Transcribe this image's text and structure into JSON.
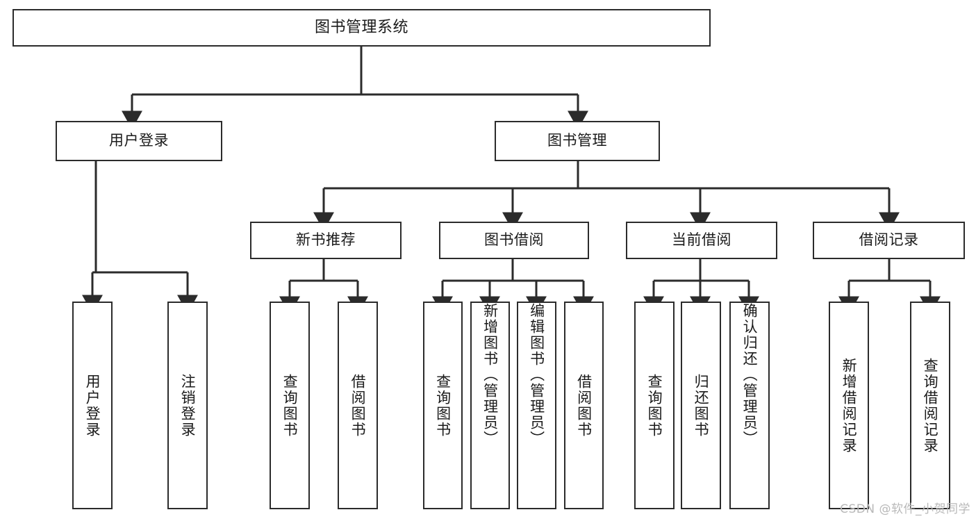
{
  "diagram": {
    "type": "tree-hierarchy",
    "title": "图书管理系统",
    "watermark": "CSDN @软件_小贺同学",
    "colors": {
      "stroke": "#2b2b2b",
      "fill": "#ffffff",
      "text": "#1a1a1a",
      "watermark": "#b9b9b9"
    },
    "levels": [
      {
        "level": 1,
        "nodes": [
          {
            "id": "root",
            "label": "图书管理系统",
            "orientation": "horizontal"
          }
        ]
      },
      {
        "level": 2,
        "nodes": [
          {
            "id": "user-login",
            "label": "用户登录",
            "orientation": "horizontal",
            "parent": "root"
          },
          {
            "id": "book-manage",
            "label": "图书管理",
            "orientation": "horizontal",
            "parent": "root"
          }
        ]
      },
      {
        "level": 3,
        "nodes": [
          {
            "id": "new-book-rec",
            "label": "新书推荐",
            "orientation": "horizontal",
            "parent": "book-manage"
          },
          {
            "id": "book-borrow",
            "label": "图书借阅",
            "orientation": "horizontal",
            "parent": "book-manage"
          },
          {
            "id": "current-borrow",
            "label": "当前借阅",
            "orientation": "horizontal",
            "parent": "book-manage"
          },
          {
            "id": "borrow-record",
            "label": "借阅记录",
            "orientation": "horizontal",
            "parent": "book-manage"
          }
        ]
      },
      {
        "level": 4,
        "nodes": [
          {
            "id": "leaf-user-login",
            "label": "用户登录",
            "orientation": "vertical",
            "parent": "user-login",
            "align": "center"
          },
          {
            "id": "leaf-user-logout",
            "label": "注销登录",
            "orientation": "vertical",
            "parent": "user-login",
            "align": "center"
          },
          {
            "id": "leaf-query-book-1",
            "label": "查询图书",
            "orientation": "vertical",
            "parent": "new-book-rec",
            "align": "center"
          },
          {
            "id": "leaf-borrow-book-1",
            "label": "借阅图书",
            "orientation": "vertical",
            "parent": "new-book-rec",
            "align": "center"
          },
          {
            "id": "leaf-query-book-2",
            "label": "查询图书",
            "orientation": "vertical",
            "parent": "book-borrow",
            "align": "center"
          },
          {
            "id": "leaf-add-book",
            "label": "新增图书（管理员）",
            "orientation": "vertical",
            "parent": "book-borrow",
            "align": "top"
          },
          {
            "id": "leaf-edit-book",
            "label": "编辑图书（管理员）",
            "orientation": "vertical",
            "parent": "book-borrow",
            "align": "top"
          },
          {
            "id": "leaf-borrow-book-2",
            "label": "借阅图书",
            "orientation": "vertical",
            "parent": "book-borrow",
            "align": "center"
          },
          {
            "id": "leaf-query-book-3",
            "label": "查询图书",
            "orientation": "vertical",
            "parent": "current-borrow",
            "align": "center"
          },
          {
            "id": "leaf-return-book",
            "label": "归还图书",
            "orientation": "vertical",
            "parent": "current-borrow",
            "align": "center"
          },
          {
            "id": "leaf-confirm-return",
            "label": "确认归还（管理员）",
            "orientation": "vertical",
            "parent": "current-borrow",
            "align": "top"
          },
          {
            "id": "leaf-add-record",
            "label": "新增借阅记录",
            "orientation": "vertical",
            "parent": "borrow-record",
            "align": "center"
          },
          {
            "id": "leaf-query-record",
            "label": "查询借阅记录",
            "orientation": "vertical",
            "parent": "borrow-record",
            "align": "center"
          }
        ]
      }
    ]
  }
}
